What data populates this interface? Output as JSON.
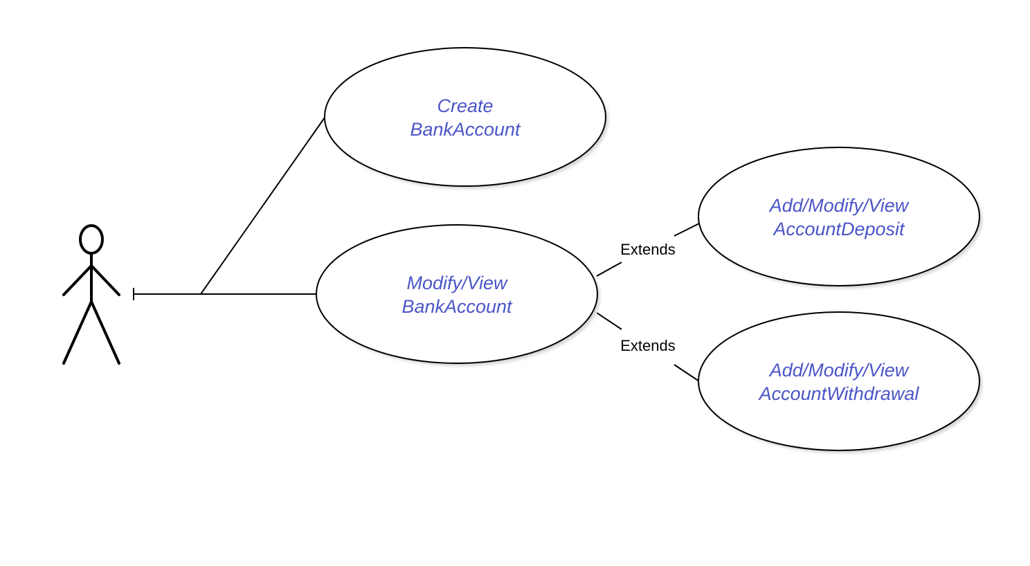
{
  "colors": {
    "use_case_text": "#4b55c6",
    "outline": "#000000",
    "background": "#ffffff"
  },
  "actor": {
    "icon": "stick-figure-icon"
  },
  "use_cases": {
    "create": {
      "line1": "Create",
      "line2": "BankAccount"
    },
    "modify_view": {
      "line1": "Modify/View",
      "line2": "BankAccount"
    },
    "deposit": {
      "line1": "Add/Modify/View",
      "line2": "AccountDeposit"
    },
    "withdrawal": {
      "line1": "Add/Modify/View",
      "line2": "AccountWithdrawal"
    }
  },
  "relations": {
    "extends_deposit": "Extends",
    "extends_withdrawal": "Extends"
  }
}
